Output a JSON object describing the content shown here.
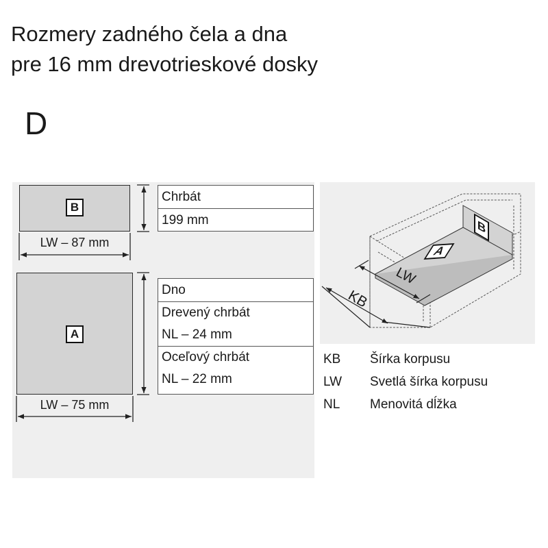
{
  "title": {
    "line1": "Rozmery zadného čela a dna",
    "line2": "pre 16 mm drevotrieskové dosky"
  },
  "section_letter": "D",
  "back_panel": {
    "tag": "B",
    "width_label": "LW – 87 mm",
    "table": [
      "Chrbát",
      "199 mm"
    ]
  },
  "bottom_panel": {
    "tag": "A",
    "width_label": "LW – 75 mm",
    "table_header": "Dno",
    "wooden_back": {
      "line1": "Drevený chrbát",
      "line2": "NL – 24 mm"
    },
    "steel_back": {
      "line1": "Oceľový chrbát",
      "line2": "NL – 22 mm"
    }
  },
  "drawer_illustration": {
    "tag_a": "A",
    "tag_b": "B",
    "lw_label": "LW",
    "kb_label": "KB"
  },
  "legend": [
    {
      "abbr": "KB",
      "text": "Šírka korpusu"
    },
    {
      "abbr": "LW",
      "text": "Svetlá šírka korpusu"
    },
    {
      "abbr": "NL",
      "text": "Menovitá dĺžka"
    }
  ]
}
